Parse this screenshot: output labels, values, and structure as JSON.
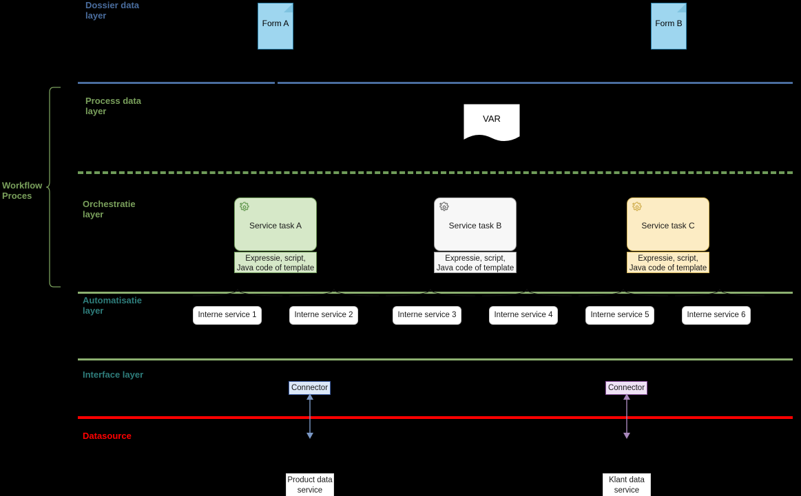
{
  "diagram": {
    "title": "Workflow layered architecture diagram",
    "background_color": "#000000"
  },
  "side_bracket": {
    "label": "Workflow\nProces",
    "color": "#7aa05c"
  },
  "layers": [
    {
      "id": "dossier-data-layer",
      "label": "Dossier data\nlayer",
      "color": "#4a6d9e",
      "divider": {
        "style": "solid",
        "color": "#4a6d9e"
      }
    },
    {
      "id": "process-data-layer",
      "label": "Process data\nlayer",
      "color": "#7aa05c",
      "divider": {
        "style": "dashed",
        "color": "#6f9b59"
      }
    },
    {
      "id": "orchestration-layer",
      "label": "Orchestratie\nlayer",
      "color": "#7aa05c",
      "divider": {
        "style": "solid",
        "color": "#8cb070"
      }
    },
    {
      "id": "automatisatie-layer",
      "label": "Automatisatie\nlayer",
      "color": "#2e7d7b",
      "divider": {
        "style": "solid",
        "color": "#8cb070"
      }
    },
    {
      "id": "interface-layer",
      "label": "Interface layer",
      "color": "#2e7d7b",
      "divider": {
        "style": "solid",
        "color": "#ff0000"
      }
    },
    {
      "id": "datasource-layer",
      "label": "Datasource",
      "color": "#ff0000",
      "divider": null
    }
  ],
  "layer_labels": {
    "dossier": "Dossier data\nlayer",
    "process": "Process data\nlayer",
    "orchestration": "Orchestratie\nlayer",
    "automatisatie": "Automatisatie\nlayer",
    "interface": "Interface layer",
    "datasource": "Datasource"
  },
  "forms": [
    {
      "id": "form-a",
      "label": "Form A",
      "fill": "#9ed6ef",
      "stroke": "#2a7fa8"
    },
    {
      "id": "form-b",
      "label": "Form B",
      "fill": "#9ed6ef",
      "stroke": "#2a7fa8"
    }
  ],
  "process_variable": {
    "label": "VAR",
    "fill": "#ffffff"
  },
  "service_tasks": [
    {
      "id": "service-task-a",
      "name": "Service task A",
      "subtitle": "Expressie, script,\nJava code of template",
      "fill": "#d6e8c8",
      "stroke": "#6f9b59",
      "icon": "gear-icon"
    },
    {
      "id": "service-task-b",
      "name": "Service task B",
      "subtitle": "Expressie, script,\nJava code of template",
      "fill": "#f7f7f7",
      "stroke": "#999999",
      "icon": "gear-icon"
    },
    {
      "id": "service-task-c",
      "name": "Service task C",
      "subtitle": "Expressie, script,\nJava code of template",
      "fill": "#fcecc4",
      "stroke": "#d6b656",
      "icon": "gear-icon"
    }
  ],
  "internal_services": [
    {
      "id": "interne-service-1",
      "label": "Interne service 1"
    },
    {
      "id": "interne-service-2",
      "label": "Interne service 2"
    },
    {
      "id": "interne-service-3",
      "label": "Interne service 3"
    },
    {
      "id": "interne-service-4",
      "label": "Interne service 4"
    },
    {
      "id": "interne-service-5",
      "label": "Interne service 5"
    },
    {
      "id": "interne-service-6",
      "label": "Interne service 6"
    }
  ],
  "connectors": [
    {
      "id": "connector-product",
      "label": "Connector",
      "fill": "#dce8f7",
      "stroke": "#4060a8",
      "arrow_color": "#7a97c4"
    },
    {
      "id": "connector-klant",
      "label": "Connector",
      "fill": "#efe2f5",
      "stroke": "#8a4f9e",
      "arrow_color": "#a887bb"
    }
  ],
  "data_services": [
    {
      "id": "product-data-service",
      "label": "Product data\nservice"
    },
    {
      "id": "klant-data-service",
      "label": "Klant data\nservice"
    }
  ]
}
